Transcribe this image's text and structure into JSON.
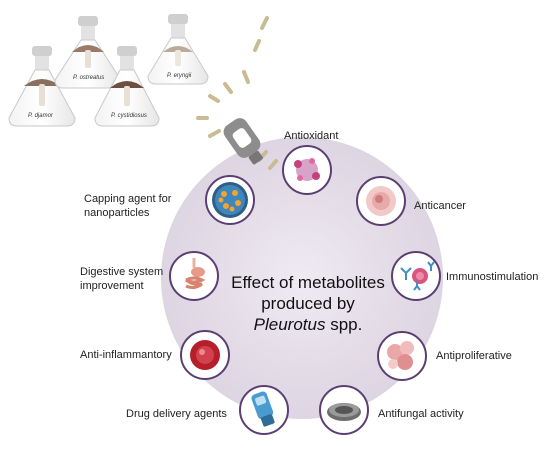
{
  "colors": {
    "center_fill": "#e6e0ea",
    "ring": "#5b3f72",
    "dash": "#c9bb93"
  },
  "flasks": [
    {
      "species": "P. djamor",
      "cap_color": "#8a6f5e"
    },
    {
      "species": "P. ostreatus",
      "cap_color": "#9b7b68"
    },
    {
      "species": "P. cystidiosus",
      "cap_color": "#6b5041"
    },
    {
      "species": "P. eryngii",
      "cap_color": "#b9ab9e"
    }
  ],
  "center": {
    "line1": "Effect of metabolites",
    "line2": "produced by",
    "genus": "Pleurotus",
    "suffix": " spp."
  },
  "effects": {
    "antioxidant": "Antioxidant",
    "anticancer": "Anticancer",
    "immunostimulation": "Immunostimulation",
    "antiproliferative": "Antiproliferative",
    "antifungal": "Antifungal activity",
    "drug_delivery": "Drug delivery agents",
    "anti_inflammatory": "Anti-inflammantory",
    "digestive_line1": "Digestive system",
    "digestive_line2": "improvement",
    "capping_line1": "Capping agent for",
    "capping_line2": "nanoparticles"
  },
  "icons": {
    "antioxidant": "molecule-cluster-icon",
    "anticancer": "cancer-cell-icon",
    "immunostimulation": "antibody-virus-icon",
    "antiproliferative": "cell-cluster-icon",
    "antifungal": "petri-dish-icon",
    "drug_delivery": "inhaler-icon",
    "anti_inflammatory": "inflamed-tissue-icon",
    "digestive": "digestive-system-icon",
    "capping": "nanoparticles-icon",
    "unzip": "zipper-pull-icon"
  }
}
